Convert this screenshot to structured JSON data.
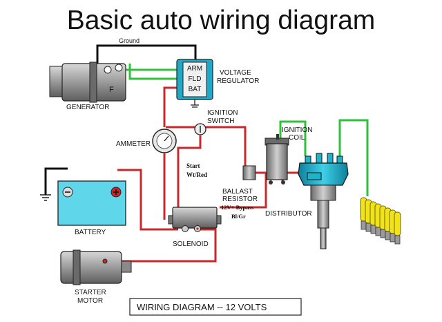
{
  "title": "Basic auto wiring diagram",
  "labels": {
    "ground": "Ground",
    "voltage_regulator": [
      "VOLTAGE",
      "REGULATOR"
    ],
    "regulator_terminals": [
      "ARM",
      "FLD",
      "BAT"
    ],
    "generator": "GENERATOR",
    "generator_terminal": "F",
    "ignition_switch": [
      "IGNITION",
      "SWITCH"
    ],
    "ignition_coil": [
      "IGNITION",
      "COIL"
    ],
    "ammeter": "AMMETER",
    "start_wire": [
      "Start",
      "Wt/Red"
    ],
    "ballast_resistor": [
      "BALLAST",
      "RESISTOR"
    ],
    "bypass_wire": [
      "12V+ Bypass",
      "Bl/Gr"
    ],
    "distributor": "DISTRIBUTOR",
    "battery": "BATTERY",
    "solenoid": "SOLENOID",
    "starter_motor": [
      "STARTER",
      "MOTOR"
    ]
  },
  "caption": "WIRING DIAGRAM -- 12 VOLTS",
  "colors": {
    "wire_red": "#c8282a",
    "wire_green": "#2cc23a",
    "wire_black": "#111111",
    "regulator": "#1fa8c8",
    "battery": "#5fd6ea",
    "distributor": "#1eb3c8",
    "spark_plug": "#f2e21a",
    "component_gray": "#9a9a9a"
  }
}
